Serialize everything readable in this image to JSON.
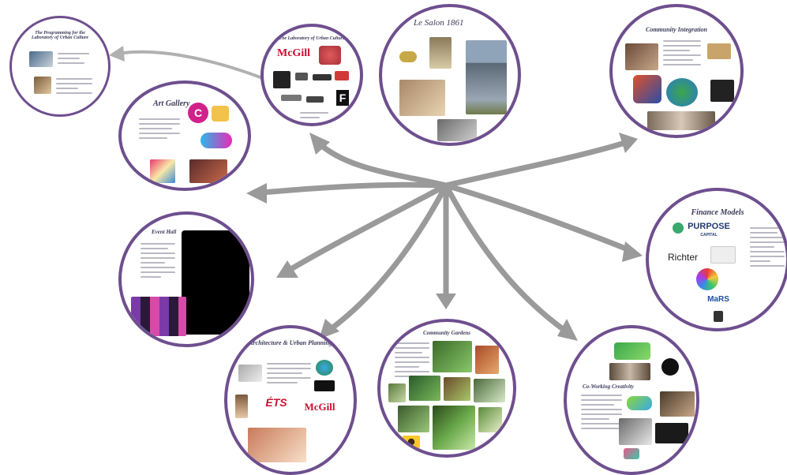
{
  "nodes": {
    "programming": {
      "title": "The Programming for the Laboratory of Urban Culture"
    },
    "laboratory": {
      "title": "The Laboratory of Urban Culture",
      "logo_mcgill": "McGill",
      "logo_f": "F"
    },
    "salon": {
      "title": "Le Salon 1861"
    },
    "community_integration": {
      "title": "Community Integration"
    },
    "art_gallery": {
      "title": "Art Gallery",
      "logo_c": "C"
    },
    "event_hall": {
      "title": "Event Hall"
    },
    "finance_models": {
      "title": "Finance Models",
      "logo_purpose": "PURPOSE",
      "logo_purpose_sub": "CAPITAL",
      "logo_richter": "Richter",
      "logo_mars": "MaRS"
    },
    "architecture": {
      "title": "Architecture & Urban Planning",
      "logo_ets": "ÉTS",
      "logo_mcgill": "McGill"
    },
    "gardens": {
      "title": "Community Gardens"
    },
    "coworking": {
      "title": "Co-Working Creativity"
    }
  },
  "colors": {
    "ring": "#6e4f8e",
    "arrow": "#9a9a9a",
    "mcgill_red": "#c8102e",
    "purpose_blue": "#1f3a6e",
    "mars_blue": "#1e4f9c"
  }
}
